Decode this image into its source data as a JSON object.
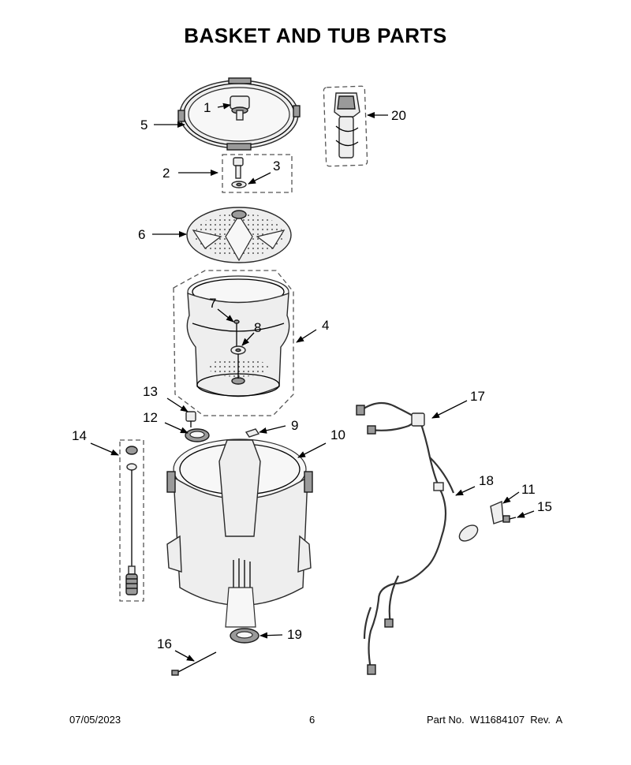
{
  "title": "BASKET AND TUB PARTS",
  "callouts": [
    "1",
    "2",
    "3",
    "4",
    "5",
    "6",
    "7",
    "8",
    "9",
    "10",
    "11",
    "12",
    "13",
    "14",
    "15",
    "16",
    "17",
    "18",
    "19",
    "20"
  ],
  "footer": {
    "date": "07/05/2023",
    "page": "6",
    "part_no": "Part No.  W11684107  Rev.  A"
  }
}
